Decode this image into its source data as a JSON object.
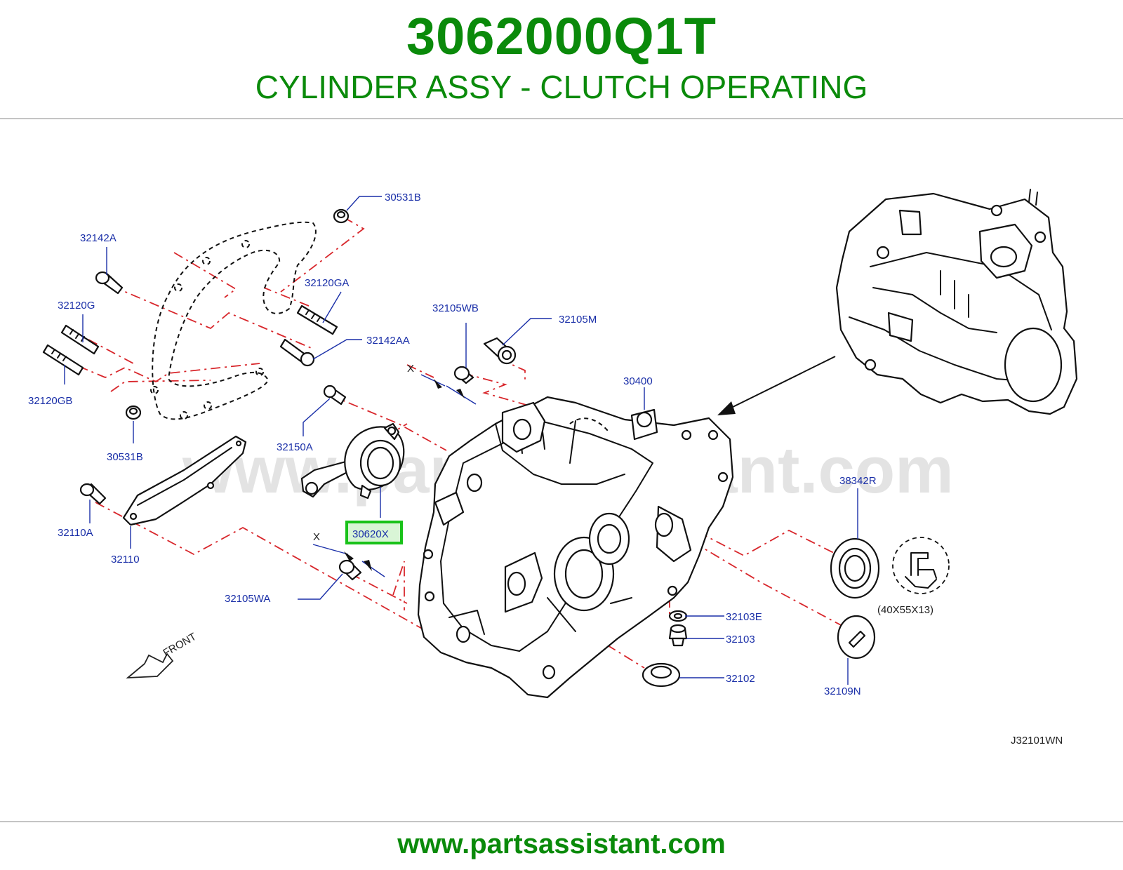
{
  "header": {
    "part_number": "3062000Q1T",
    "title": "CYLINDER ASSY - CLUTCH OPERATING"
  },
  "diagram": {
    "watermark": "www.partsassistant.com",
    "figure_code": "J32101WN",
    "front_label": "FRONT",
    "dimension_marker": "X",
    "seal_size": "(40X55X13)",
    "highlighted_part": "30620X",
    "callouts": {
      "c30531B_top": "30531B",
      "c32142A": "32142A",
      "c32120GA": "32120GA",
      "c32120G": "32120G",
      "c32142AA": "32142AA",
      "c32120GB": "32120GB",
      "c30531B_bottom": "30531B",
      "c32105WB": "32105WB",
      "c32105M": "32105M",
      "c30400": "30400",
      "c32150A": "32150A",
      "c38342R": "38342R",
      "c32110A": "32110A",
      "c30620X": "30620X",
      "c32110": "32110",
      "c32105WA": "32105WA",
      "c32103E": "32103E",
      "c32103": "32103",
      "c32102": "32102",
      "c32109N": "32109N"
    },
    "colors": {
      "brand_green": "#0a8a0a",
      "callout_blue": "#1a2fa8",
      "centerline_red": "#d8262b",
      "highlight_fill": "#d9f5d6",
      "highlight_border": "#19c219"
    }
  },
  "footer": {
    "url": "www.partsassistant.com"
  }
}
